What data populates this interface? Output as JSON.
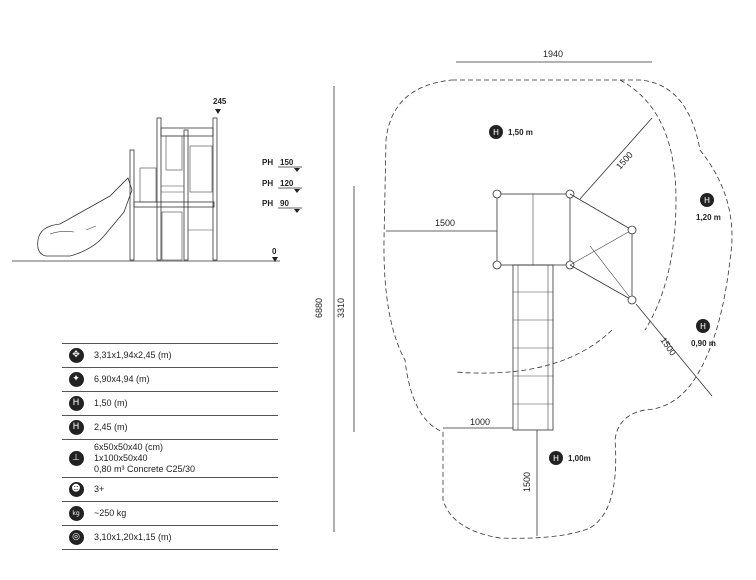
{
  "side_elevation": {
    "top_height": "245",
    "ground_level": "0",
    "platform_heights": [
      {
        "label": "PH",
        "value": "150"
      },
      {
        "label": "PH",
        "value": "120"
      },
      {
        "label": "PH",
        "value": "90"
      }
    ]
  },
  "plan": {
    "dim_top_width": "1940",
    "dim_total_depth": "6880",
    "dim_upper_depth": "3310",
    "dim_left_clearance": "1500",
    "dim_diagonal_upper": "1500",
    "dim_diagonal_lower": "1500",
    "dim_slide_left": "1000",
    "dim_slide_bottom": "1500",
    "fall_heights": [
      {
        "icon": "fall-height-icon",
        "value": "1,50 m"
      },
      {
        "icon": "fall-height-icon",
        "value": "1,20 m"
      },
      {
        "icon": "fall-height-icon",
        "value": "0,90 m"
      },
      {
        "icon": "fall-height-icon",
        "value": "1,00m"
      }
    ]
  },
  "specs": [
    {
      "icon": "dimensions-icon",
      "glyph": "✥",
      "text": "3,31x1,94x2,45 (m)"
    },
    {
      "icon": "safety-area-icon",
      "glyph": "✦",
      "text": "6,90x4,94 (m)"
    },
    {
      "icon": "fall-height-icon",
      "glyph": "H",
      "text": "1,50 (m)"
    },
    {
      "icon": "max-height-icon",
      "glyph": "H",
      "text": "2,45 (m)"
    },
    {
      "icon": "foundation-icon",
      "glyph": "⊥",
      "text": "6x50x50x40 (cm)\n1x100x50x40\n0,80 m³ Concrete C25/30"
    },
    {
      "icon": "age-icon",
      "glyph": "☻",
      "text": "3+"
    },
    {
      "icon": "weight-icon",
      "glyph": "kg",
      "text": "~250 kg"
    },
    {
      "icon": "packaging-icon",
      "glyph": "◎",
      "text": "3,10x1,20x1,15 (m)"
    }
  ]
}
